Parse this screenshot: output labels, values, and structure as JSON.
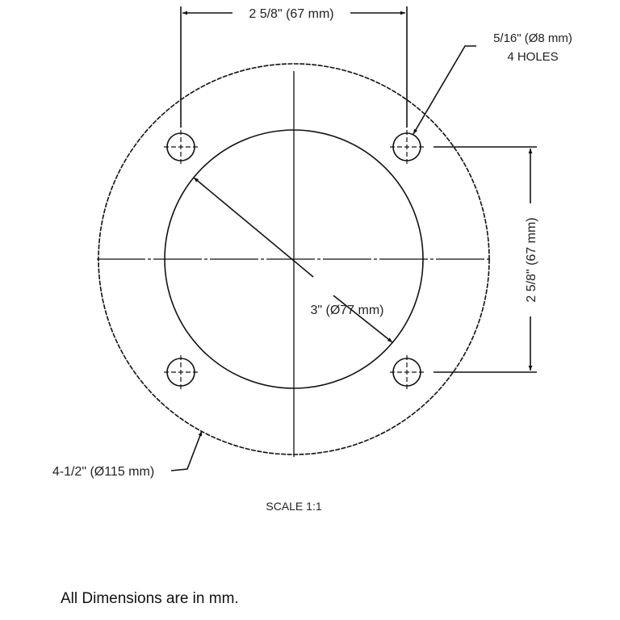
{
  "drawing": {
    "top_dimension": "2 5/8\" (67 mm)",
    "right_dimension": "2 5/8\" (67 mm)",
    "hole_callout_line1": "5/16\" (Ø8 mm)",
    "hole_callout_line2": "4 HOLES",
    "inner_diameter": "3\" (Ø77 mm)",
    "outer_diameter": "4-1/2\" (Ø115 mm)",
    "scale": "SCALE 1:1",
    "line_color": "#111111"
  },
  "footer_note": "All Dimensions are in mm."
}
